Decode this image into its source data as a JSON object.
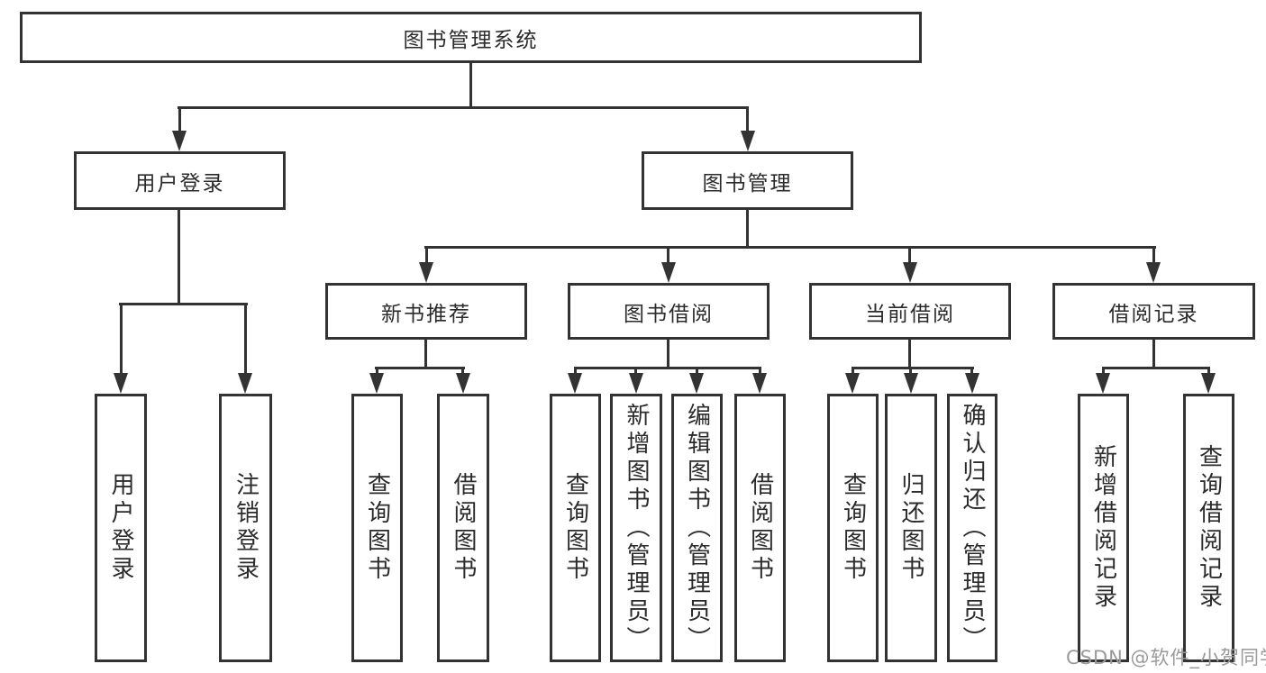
{
  "tree": {
    "label": "图书管理系统",
    "children": [
      {
        "label": "用户登录",
        "children": [
          {
            "label": "用户登录"
          },
          {
            "label": "注销登录"
          }
        ]
      },
      {
        "label": "图书管理",
        "children": [
          {
            "label": "新书推荐",
            "children": [
              {
                "label": "查询图书"
              },
              {
                "label": "借阅图书"
              }
            ]
          },
          {
            "label": "图书借阅",
            "children": [
              {
                "label": "查询图书"
              },
              {
                "label": "新增图书（管理员）"
              },
              {
                "label": "编辑图书（管理员）"
              },
              {
                "label": "借阅图书"
              }
            ]
          },
          {
            "label": "当前借阅",
            "children": [
              {
                "label": "查询图书"
              },
              {
                "label": "归还图书"
              },
              {
                "label": "确认归还（管理员）"
              }
            ]
          },
          {
            "label": "借阅记录",
            "children": [
              {
                "label": "新增借阅记录"
              },
              {
                "label": "查询借阅记录"
              }
            ]
          }
        ]
      }
    ]
  },
  "watermark": "CSDN @软件_小贺同学",
  "colors": {
    "line": "#333333",
    "text": "#2b2b2b",
    "background": "#ffffff",
    "watermark": "#9a9a9a"
  }
}
